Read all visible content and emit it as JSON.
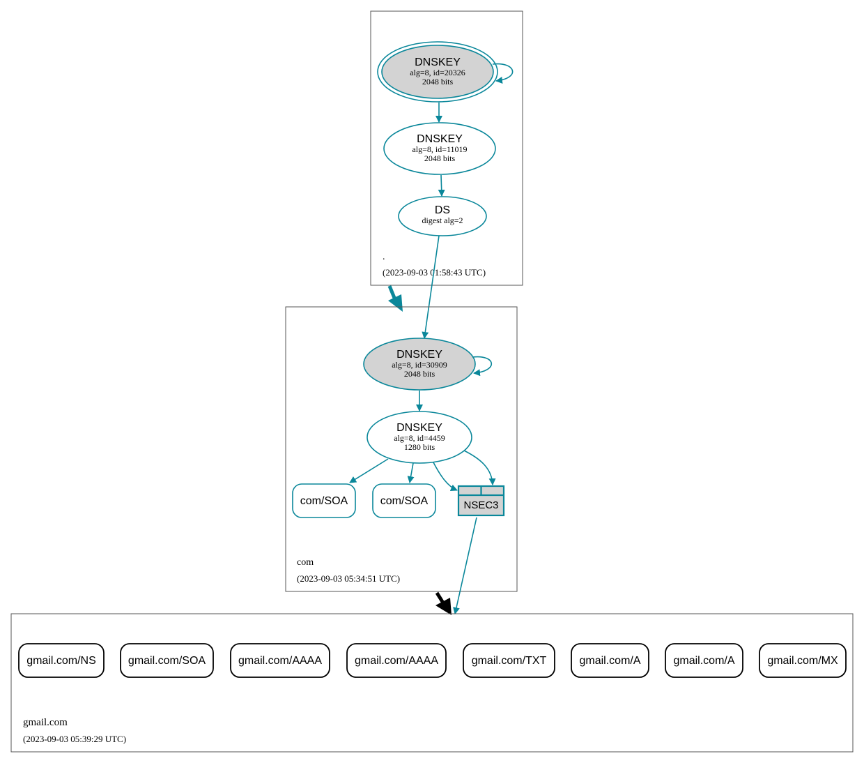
{
  "colors": {
    "edge": "#0a879a",
    "node_fill_gray": "#d3d3d3",
    "zone_border": "#555555",
    "delegation_arrow": "#000000"
  },
  "zones": {
    "root": {
      "name": ".",
      "timestamp": "(2023-09-03 01:58:43 UTC)"
    },
    "com": {
      "name": "com",
      "timestamp": "(2023-09-03 05:34:51 UTC)"
    },
    "gmail": {
      "name": "gmail.com",
      "timestamp": "(2023-09-03 05:39:29 UTC)"
    }
  },
  "nodes": {
    "root_ksk": {
      "title": "DNSKEY",
      "line1": "alg=8, id=20326",
      "line2": "2048 bits"
    },
    "root_zsk": {
      "title": "DNSKEY",
      "line1": "alg=8, id=11019",
      "line2": "2048 bits"
    },
    "root_ds": {
      "title": "DS",
      "line1": "digest alg=2"
    },
    "com_ksk": {
      "title": "DNSKEY",
      "line1": "alg=8, id=30909",
      "line2": "2048 bits"
    },
    "com_zsk": {
      "title": "DNSKEY",
      "line1": "alg=8, id=4459",
      "line2": "1280 bits"
    },
    "com_soa_1": {
      "label": "com/SOA"
    },
    "com_soa_2": {
      "label": "com/SOA"
    },
    "nsec3": {
      "label": "NSEC3"
    }
  },
  "records": [
    {
      "label": "gmail.com/NS"
    },
    {
      "label": "gmail.com/SOA"
    },
    {
      "label": "gmail.com/AAAA"
    },
    {
      "label": "gmail.com/AAAA"
    },
    {
      "label": "gmail.com/TXT"
    },
    {
      "label": "gmail.com/A"
    },
    {
      "label": "gmail.com/A"
    },
    {
      "label": "gmail.com/MX"
    }
  ]
}
